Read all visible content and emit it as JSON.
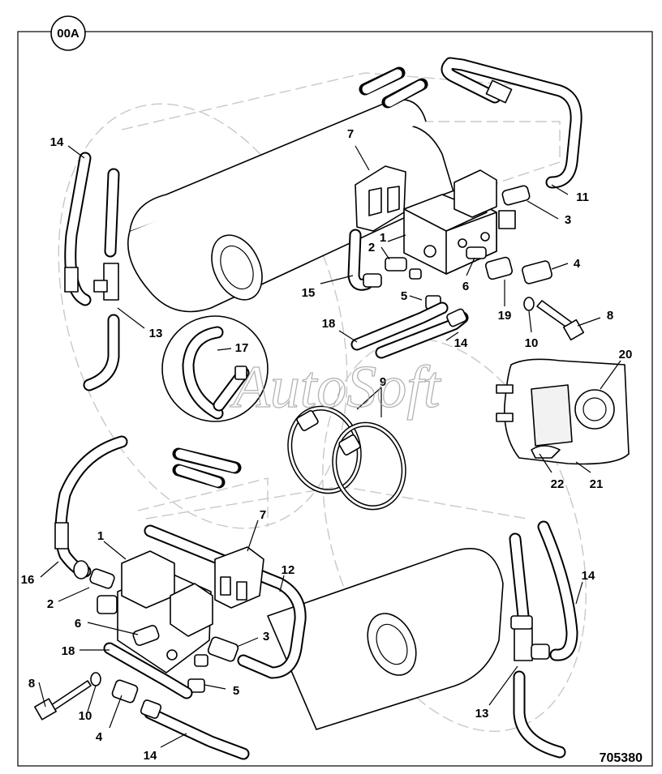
{
  "section_tag": "00A",
  "drawing_number": "705380",
  "watermark": "AutoSoft",
  "callouts": [
    {
      "key": "14a",
      "label": "14"
    },
    {
      "key": "7a",
      "label": "7"
    },
    {
      "key": "1a",
      "label": "1"
    },
    {
      "key": "2a",
      "label": "2"
    },
    {
      "key": "11",
      "label": "11"
    },
    {
      "key": "3a",
      "label": "3"
    },
    {
      "key": "4a",
      "label": "4"
    },
    {
      "key": "6a",
      "label": "6"
    },
    {
      "key": "15",
      "label": "15"
    },
    {
      "key": "5a",
      "label": "5"
    },
    {
      "key": "19",
      "label": "19"
    },
    {
      "key": "8a",
      "label": "8"
    },
    {
      "key": "10a",
      "label": "10"
    },
    {
      "key": "13a",
      "label": "13"
    },
    {
      "key": "18a",
      "label": "18"
    },
    {
      "key": "17",
      "label": "17"
    },
    {
      "key": "14b",
      "label": "14"
    },
    {
      "key": "9",
      "label": "9"
    },
    {
      "key": "20",
      "label": "20"
    },
    {
      "key": "22",
      "label": "22"
    },
    {
      "key": "21",
      "label": "21"
    },
    {
      "key": "7b",
      "label": "7"
    },
    {
      "key": "1b",
      "label": "1"
    },
    {
      "key": "12",
      "label": "12"
    },
    {
      "key": "16",
      "label": "16"
    },
    {
      "key": "2b",
      "label": "2"
    },
    {
      "key": "6b",
      "label": "6"
    },
    {
      "key": "3b",
      "label": "3"
    },
    {
      "key": "18b",
      "label": "18"
    },
    {
      "key": "5b",
      "label": "5"
    },
    {
      "key": "8b",
      "label": "8"
    },
    {
      "key": "10b",
      "label": "10"
    },
    {
      "key": "4b",
      "label": "4"
    },
    {
      "key": "14c",
      "label": "14"
    },
    {
      "key": "14d",
      "label": "14"
    },
    {
      "key": "13b",
      "label": "13"
    }
  ]
}
